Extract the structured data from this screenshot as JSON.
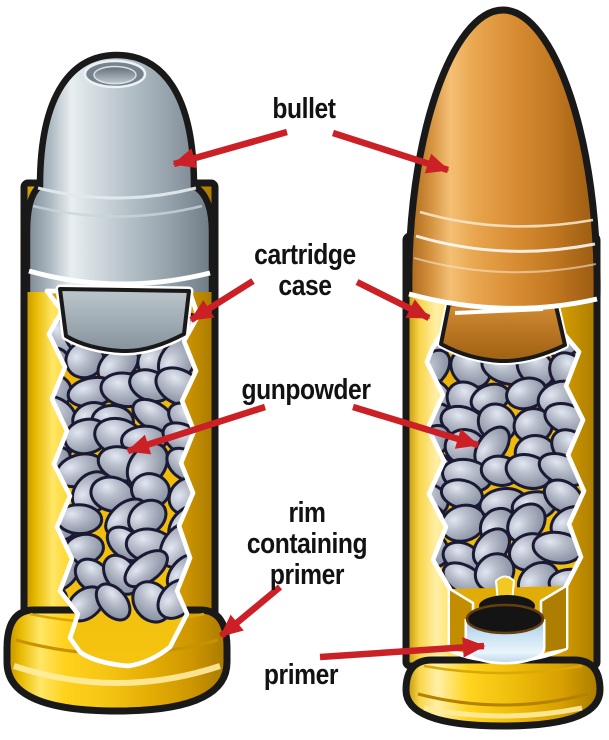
{
  "figure": {
    "title": "bullet cartridge cutaway diagram",
    "type": "labeled-diagram"
  },
  "labels": {
    "bullet": "bullet",
    "cartridge_case": "cartridge\ncase",
    "gunpowder": "gunpowder",
    "rim_containing_primer": "rim\ncontaining\nprimer",
    "primer": "primer"
  },
  "colors": {
    "background": "#FFFFFF",
    "label_text": "#121212",
    "arrow_red": "#CB2026",
    "outline_black": "#191919",
    "brass_bright": "#FFE666",
    "brass_mid": "#F2C313",
    "brass_dark": "#A87900",
    "lead_bullet_gray": "#AEBAC2",
    "copper_bullet_orange": "#D9882F",
    "gunpowder_gray": "#9AA1B0",
    "primer_cup_blue": "#C6E0F2",
    "primer_compound_black": "#141414"
  }
}
